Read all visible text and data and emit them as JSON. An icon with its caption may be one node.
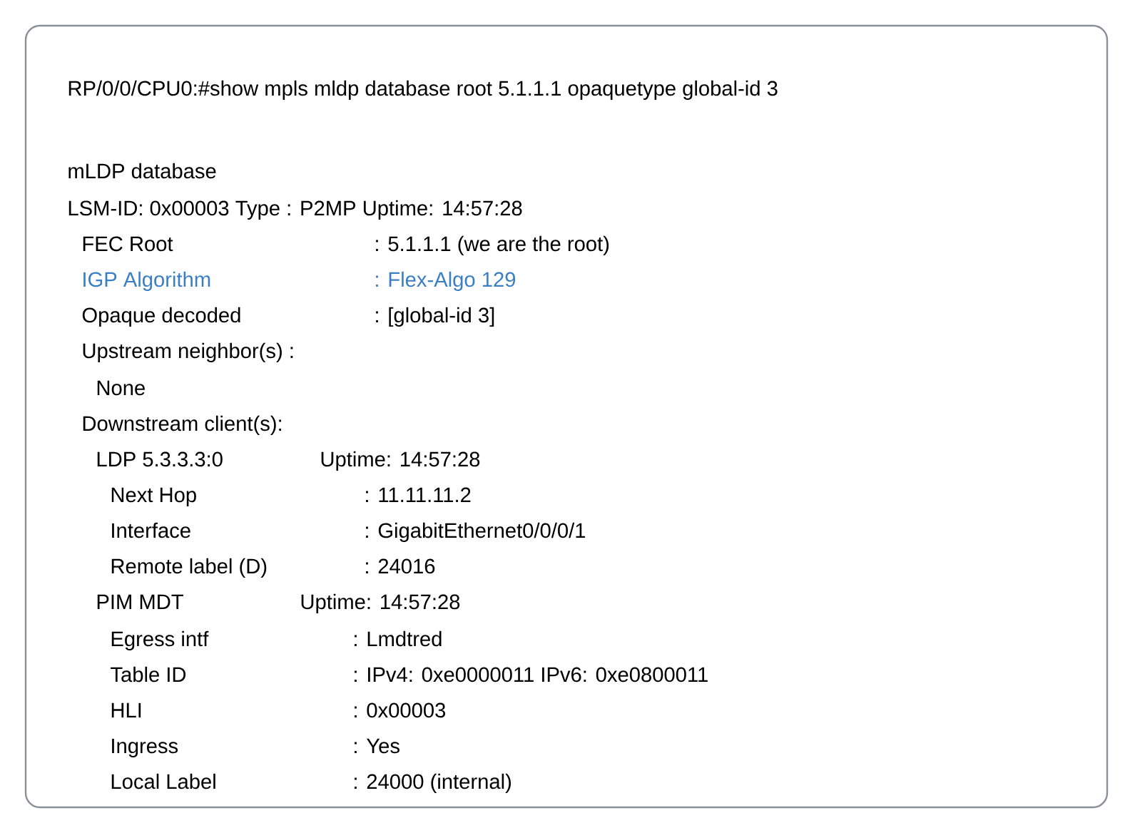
{
  "diagram": {
    "nodes": [
      {
        "text": [
          "RP/0/0/CPU0:#show mpls mldp database root 5.1.1.1 opaquetype global-id 3",
          "mLDP database",
          "LSM-ID: 0x00003  Type : P2MP  Uptime: 14:57:28",
          "FEC Root",
          ": 5.1.1.1 (we are the root)",
          "IGP Algorithm",
          ": Flex-Algo 129",
          "Opaque decoded",
          ": [global-id 3]",
          "Upstream neighbor(s) :",
          "None",
          "Downstream  client(s):",
          "LDP 5.3.3.3:0",
          "Uptime: 14:57:28",
          "Next Hop",
          ": 11.11.11.2",
          "Interface",
          ": GigabitEthernet0/0/0/1",
          "Remote label (D)",
          ": 24016",
          "PIM MDT",
          "Uptime: 14:57:28",
          "Egress intf",
          ": Lmdtred",
          "Table ID",
          ": IPv4: 0xe0000011 IPv6: 0xe0800011",
          "HLI",
          ": 0x00003",
          "Ingress",
          ": Yes",
          "Local Label",
          ": 24000 (internal)"
        ]
      }
    ]
  }
}
